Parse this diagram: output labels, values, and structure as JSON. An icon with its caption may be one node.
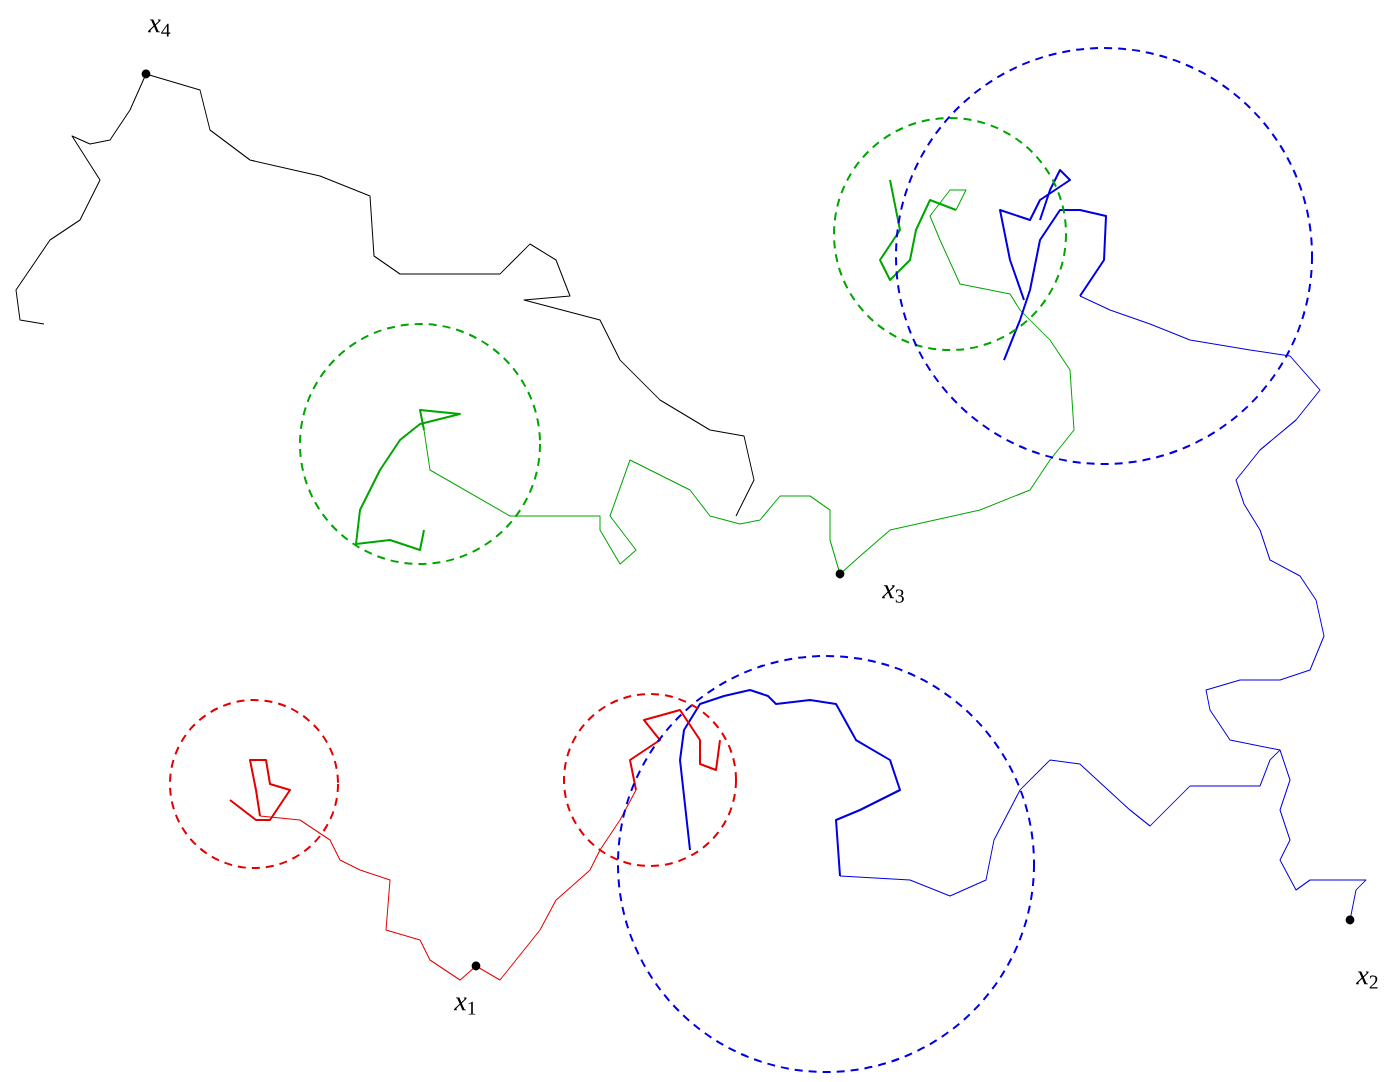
{
  "diagram": {
    "labels": [
      "*x*$_{4}$",
      "*x*$_{3}$",
      "*x*$_{2}$",
      "*x*$_{1}$"
    ]
  }
}
